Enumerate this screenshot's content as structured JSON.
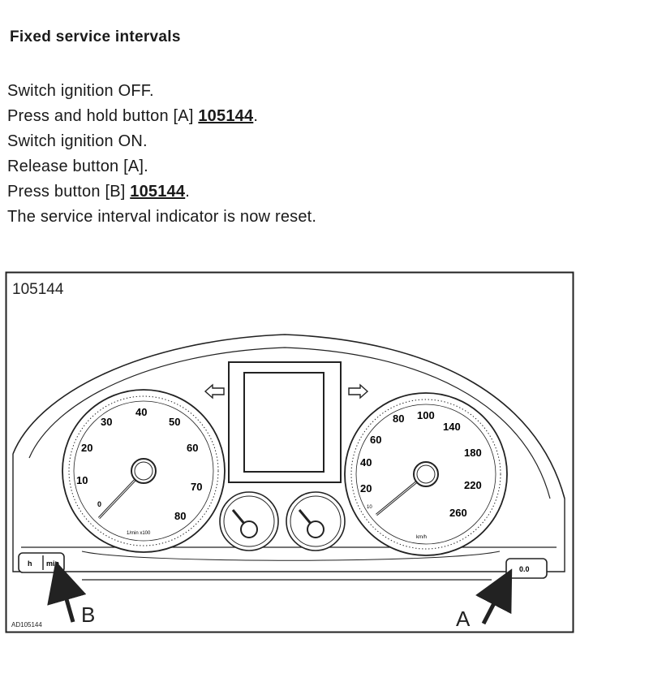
{
  "section": {
    "title": "Fixed service intervals"
  },
  "steps": [
    {
      "text": "Switch ignition OFF.",
      "ref": "",
      "suffix": ""
    },
    {
      "text": "Press and hold button [A] ",
      "ref": "105144",
      "suffix": "."
    },
    {
      "text": "Switch ignition ON.",
      "ref": "",
      "suffix": ""
    },
    {
      "text": "Release button [A].",
      "ref": "",
      "suffix": ""
    },
    {
      "text": "Press button [B] ",
      "ref": "105144",
      "suffix": "."
    },
    {
      "text": "The service interval indicator is now reset.",
      "ref": "",
      "suffix": ""
    }
  ],
  "figure": {
    "number": "105144",
    "footer_code": "AD105144",
    "label_a": "A",
    "label_b": "B",
    "button_b_h": "h",
    "button_b_min": "min",
    "button_a_label": "0.0",
    "tach_unit": "1/min x100",
    "speed_unit": "km/h",
    "tach_numbers": [
      "0",
      "10",
      "20",
      "30",
      "40",
      "50",
      "60",
      "70",
      "80"
    ],
    "speed_numbers": [
      "10",
      "20",
      "40",
      "60",
      "80",
      "100",
      "140",
      "180",
      "220",
      "260"
    ],
    "icons": [
      "turn-left-arrow-icon",
      "turn-right-arrow-icon"
    ],
    "line_color": "#222222"
  }
}
